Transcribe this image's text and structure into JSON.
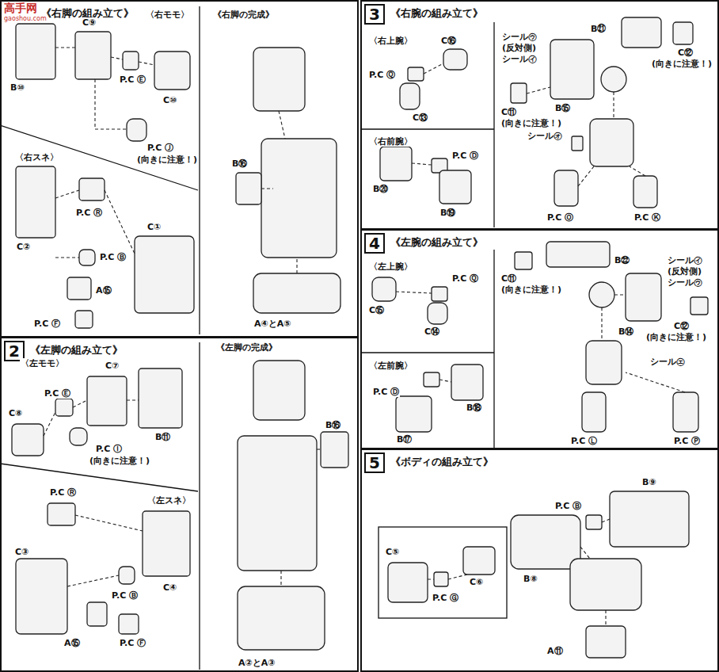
{
  "diagram": {
    "nodes": [
      {
        "text": [
          "《右脚の組み立て》"
        ]
      },
      {
        "text": [
          "2",
          "《左脚の組み立て》"
        ]
      },
      {
        "text": [
          "3",
          "《右腕の組み立て》"
        ]
      },
      {
        "text": [
          "4",
          "《左腕の組み立て》"
        ]
      },
      {
        "text": [
          "5",
          "《ボディの組み立て》"
        ]
      }
    ],
    "labels": [
      "〈右モモ〉",
      "C⑨",
      "B⑩",
      "P.C Ⓔ",
      "C⑩",
      "P.C Ⓙ",
      "(向きに注意！)",
      "〈右スネ〉",
      "P.C Ⓡ",
      "C①",
      "C②",
      "P.C Ⓑ",
      "A⑮",
      "P.C Ⓕ",
      "《右脚の完成》",
      "B⑯",
      "A④とA⑤",
      "高手网",
      "gaoshou.com",
      "〈左モモ〉",
      "C⑦",
      "P.C Ⓔ",
      "C⑧",
      "B⑪",
      "P.C Ⓘ",
      "(向きに注意！)",
      "〈左スネ〉",
      "P.C Ⓡ",
      "C③",
      "C④",
      "P.C Ⓑ",
      "A⑮",
      "P.C Ⓕ",
      "《左脚の完成》",
      "B⑯",
      "A②とA③",
      "〈右上腕〉",
      "C⑯",
      "P.C Ⓠ",
      "C⑬",
      "〈右前腕〉",
      "P.C Ⓓ",
      "B⑳",
      "B⑲",
      "B㉑",
      "シール㋒",
      "(反対側)",
      "シール㋑",
      "C⑫",
      "(向きに注意！)",
      "B⑮",
      "C⑪",
      "(向きに注意！)",
      "シール㋔",
      "P.C Ⓞ",
      "P.C Ⓚ",
      "〈左上腕〉",
      "P.C Ⓠ",
      "C⑮",
      "C⑭",
      "〈左前腕〉",
      "P.C Ⓓ",
      "B⑱",
      "B⑰",
      "B㉒",
      "C⑪",
      "(向きに注意！)",
      "シール㋑",
      "(反対側)",
      "シール㋒",
      "B⑭",
      "C⑫",
      "(向きに注意！)",
      "シール㋓",
      "P.C Ⓛ",
      "P.C Ⓟ",
      "B⑨",
      "P.C Ⓑ",
      "B⑧",
      "C⑤",
      "C⑥",
      "P.C Ⓖ",
      "A⑪"
    ]
  }
}
